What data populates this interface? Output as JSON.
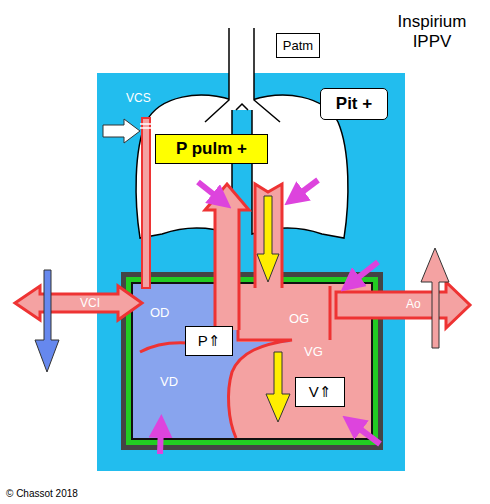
{
  "diagram": {
    "title": "Inspirium IPPV",
    "nodes": [
      {
        "text": [
          "Patm"
        ]
      },
      {
        "text": [
          "Pit +"
        ]
      },
      {
        "text": [
          "P pulm +"
        ]
      },
      {
        "text": [
          "P⇑"
        ]
      },
      {
        "text": [
          "V⇑"
        ]
      }
    ],
    "labels": [
      "VCS",
      "VCI",
      "OD",
      "OG",
      "Ao",
      "VD",
      "VG",
      "© Chassot 2018"
    ]
  }
}
